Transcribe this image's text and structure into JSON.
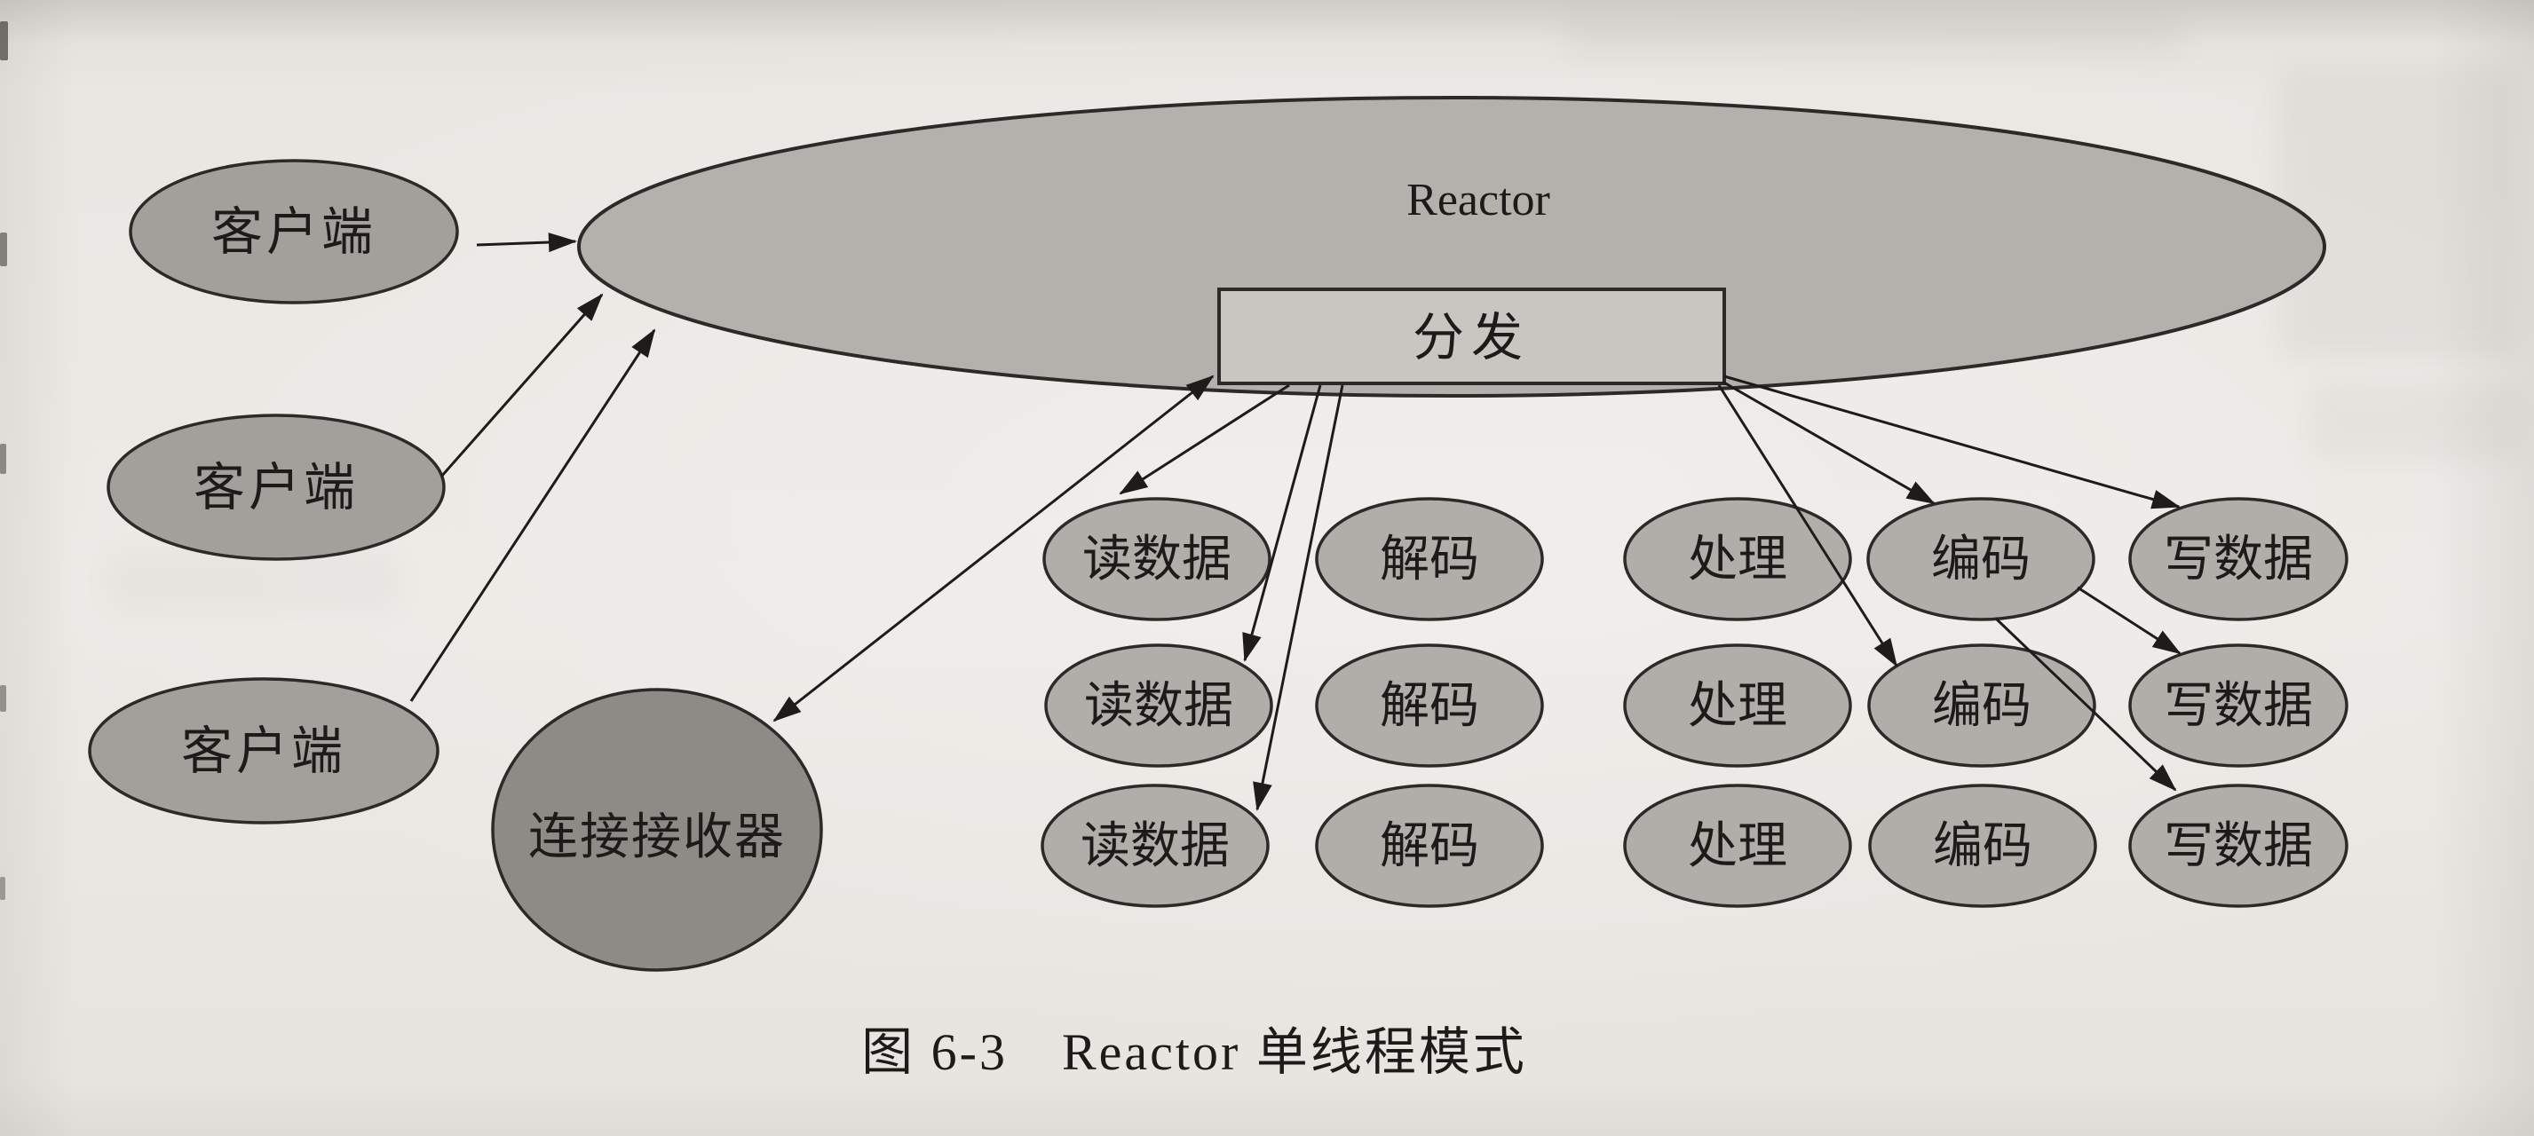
{
  "figure": {
    "caption": "图 6-3　Reactor 单线程模式",
    "type": "scanned-book-diagram",
    "topic": "Reactor single-threaded pattern"
  },
  "nodes": {
    "client": "客户端",
    "reactor": "Reactor",
    "dispatch": "分发",
    "acceptor": "连接接收器"
  },
  "pipeline": {
    "stages": [
      "读数据",
      "解码",
      "处理",
      "编码",
      "写数据"
    ],
    "row_count": 3
  },
  "edges": [
    "客户端 → Reactor (×3)",
    "分发 ↔ 连接接收器",
    "分发 → 读数据 (行1、行2、行3)",
    "分发 → 编码 (行1、行2)",
    "分发 → 写数据 (行1)",
    "编码(行1) → 写数据 (行2)",
    "编码(行1) → 写数据 (行3)"
  ],
  "colors": {
    "paper": "#e9e6e2",
    "reactor_fill": "#b4b1ad",
    "dispatch_fill": "#c9c6c1",
    "client_fill": "#a3a09c",
    "acceptor_fill": "#8e8b87",
    "stage_fill": "#b1aeaa",
    "stroke": "#2b2a29",
    "line": "#1d1c1b",
    "text": "#1c1b1a"
  }
}
